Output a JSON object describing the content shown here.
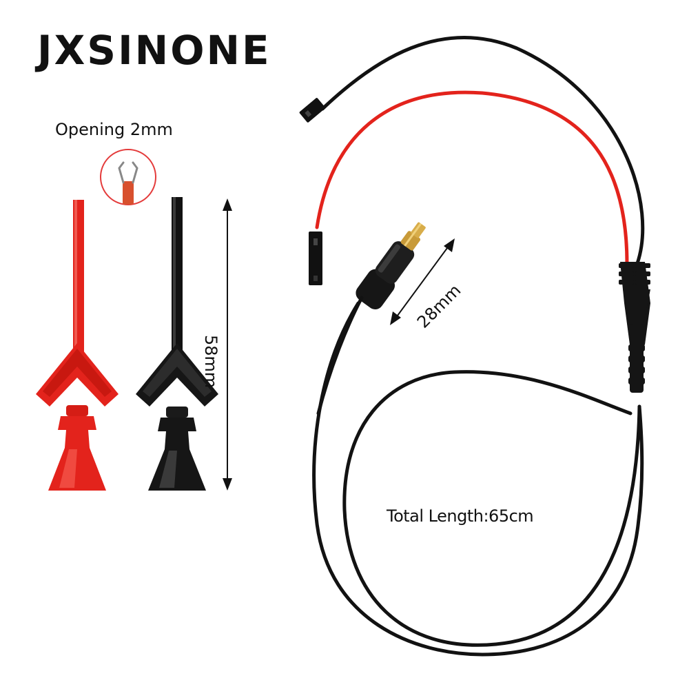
{
  "brand": {
    "name": "JXSINONE"
  },
  "labels": {
    "opening": "Opening 2mm",
    "probe_length": "58mm",
    "connector_length": "28mm",
    "total_length": "Total Length:65cm"
  },
  "colors": {
    "red_wire": "#e3231c",
    "black_wire": "#121212",
    "gold_pin": "#c89a38",
    "inset_ring": "#e43b3b"
  },
  "icons": [
    "red-test-hook-clip",
    "black-test-hook-clip",
    "mcx-connector",
    "dupont-female-header",
    "wire-splitter-boot"
  ]
}
